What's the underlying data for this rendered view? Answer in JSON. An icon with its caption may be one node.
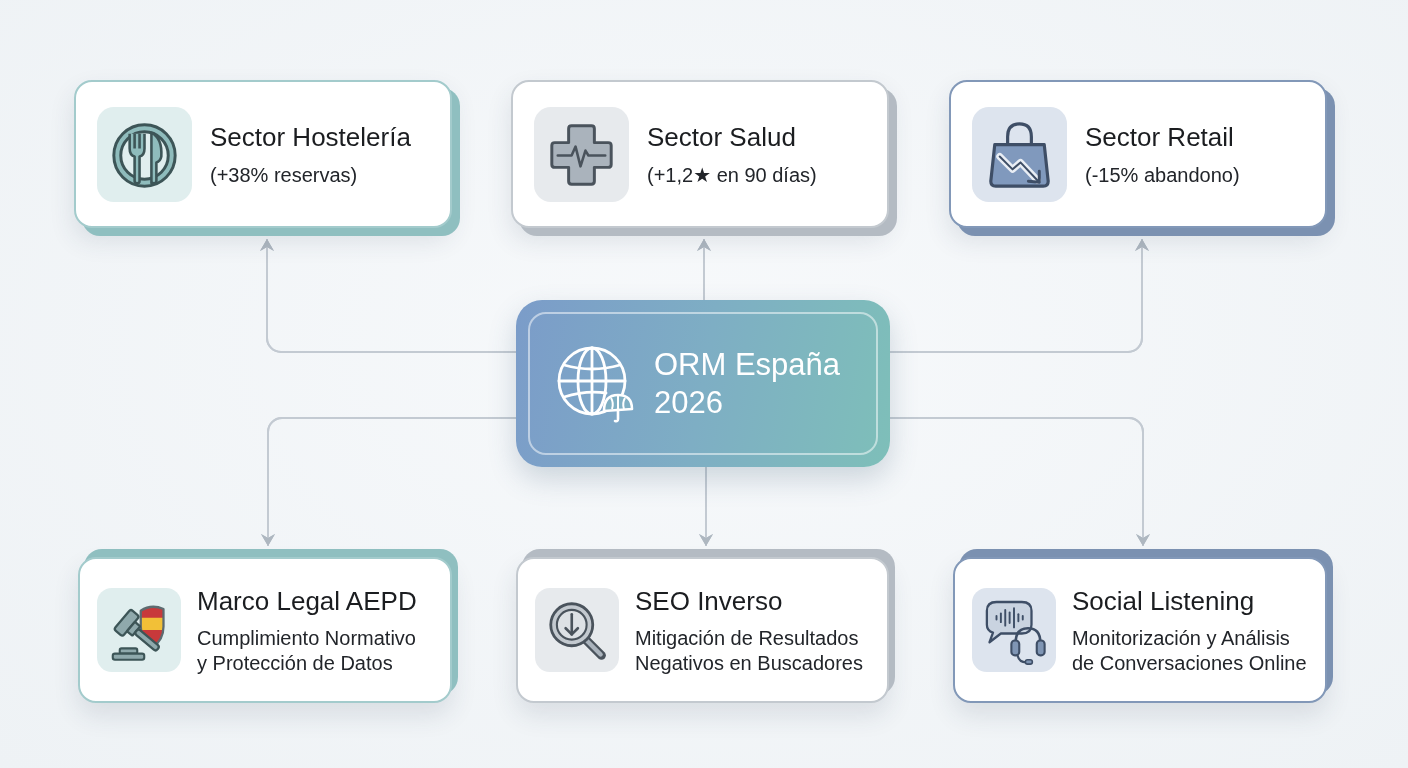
{
  "diagram": {
    "nodes": [
      {
        "text": [
          "Sector Hostelería",
          "(+38% reservas)"
        ]
      },
      {
        "text": [
          "Sector Salud",
          "(+1,2★ en 90 días)"
        ]
      },
      {
        "text": [
          "Sector Retail",
          "(-15% abandono)"
        ]
      },
      {
        "text": [
          "ORM España 2026"
        ]
      },
      {
        "text": [
          "Marco Legal AEPD",
          "Cumplimiento Normativo y Protección de Datos"
        ]
      },
      {
        "text": [
          "SEO Inverso",
          "Mitigación de Resultados Negativos en Buscadores"
        ]
      },
      {
        "text": [
          "Social Listening",
          "Monitorización y Análisis de Conversaciones Online"
        ]
      }
    ],
    "edges": [
      {
        "from": 3,
        "to": 0,
        "arrow": "to"
      },
      {
        "from": 3,
        "to": 1,
        "arrow": "to"
      },
      {
        "from": 3,
        "to": 2,
        "arrow": "to"
      },
      {
        "from": 3,
        "to": 4,
        "arrow": "to"
      },
      {
        "from": 3,
        "to": 5,
        "arrow": "to"
      },
      {
        "from": 3,
        "to": 6,
        "arrow": "to"
      }
    ]
  }
}
